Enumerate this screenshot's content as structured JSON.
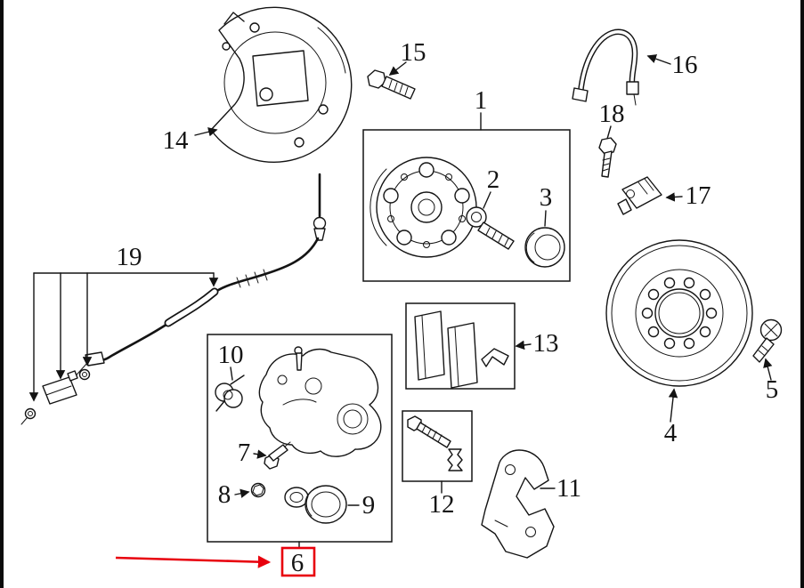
{
  "diagram": {
    "background": "#ffffff",
    "line_color": "#141414",
    "highlight_color": "#e8000d",
    "labels": {
      "p1": "1",
      "p2": "2",
      "p3": "3",
      "p4": "4",
      "p5": "5",
      "p6": "6",
      "p7": "7",
      "p8": "8",
      "p9": "9",
      "p10": "10",
      "p11": "11",
      "p12": "12",
      "p13": "13",
      "p14": "14",
      "p15": "15",
      "p16": "16",
      "p17": "17",
      "p18": "18",
      "p19": "19"
    }
  }
}
